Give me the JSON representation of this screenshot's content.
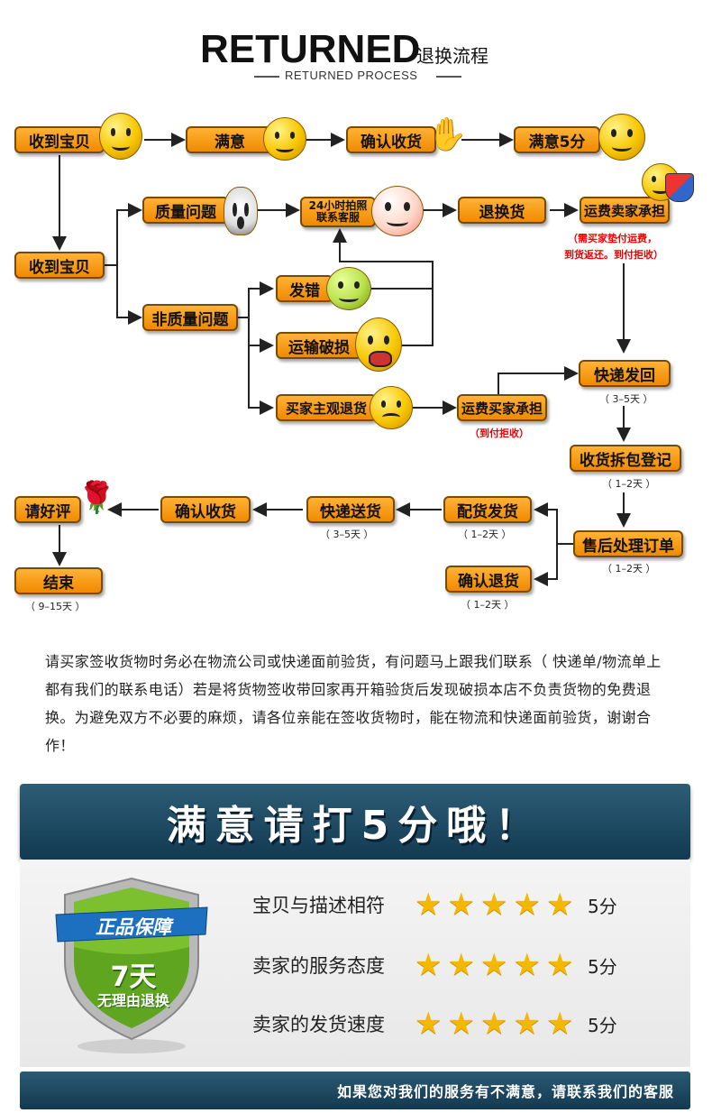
{
  "header": {
    "title": "RETURNED",
    "title_cn": "退换流程",
    "subtitle": "RETURNED PROCESS"
  },
  "flow": {
    "receive_1": "收到宝贝",
    "satisfied": "满意",
    "confirm_receipt_top": "确认收货",
    "satisfied_5": "满意5分",
    "receive_2": "收到宝贝",
    "quality_issue": "质量问题",
    "service_24h": "24小时拍照\n联系客服",
    "return_exchange": "退换货",
    "seller_pays_shipping": "运费卖家承担",
    "seller_pays_note_1": "（需买家垫付运费，",
    "seller_pays_note_2": "到货返还。到付拒收）",
    "non_quality_issue": "非质量问题",
    "wrong_item": "发错",
    "shipping_damage": "运输破损",
    "buyer_subjective": "买家主观退货",
    "buyer_pays_shipping": "运费买家承担",
    "buyer_pays_note": "（到付拒收）",
    "express_return": "快递发回",
    "express_return_days": "（ 3–5天 ）",
    "unpack_register": "收货拆包登记",
    "unpack_register_days": "（ 1–2天 ）",
    "after_sales_order": "售后处理订单",
    "after_sales_order_days": "（ 1–2天 ）",
    "confirm_return": "确认退货",
    "confirm_return_days": "（ 1–2天 ）",
    "allocate_ship": "配货发货",
    "allocate_ship_days": "（ 1–2天 ）",
    "express_delivery": "快递送货",
    "express_delivery_days": "（ 3–5天 ）",
    "confirm_receipt_bottom": "确认收货",
    "good_review": "请好评",
    "finish": "结束",
    "finish_days": "（ 9–15天 ）"
  },
  "notice": "请买家签收货物时务必在物流公司或快递面前验货，有问题马上跟我们联系（ 快递单/物流单上都有我们的联系电话）若是将货物签收带回家再开箱验货后发现破损本店不负责货物的免费退换。为避免双方不必要的麻烦，请各位亲能在签收货物时，能在物流和快递面前验货，谢谢合作！",
  "banner_top": "满意请打5分哦！",
  "shield": {
    "ribbon": "正品保障",
    "days": "7天",
    "text": "无理由退换"
  },
  "ratings": [
    {
      "label": "宝贝与描述相符",
      "stars": 5,
      "value": "5分"
    },
    {
      "label": "卖家的服务态度",
      "stars": 5,
      "value": "5分"
    },
    {
      "label": "卖家的发货速度",
      "stars": 5,
      "value": "5分"
    }
  ],
  "banner_bottom": "如果您对我们的服务有不满意，请联系我们的客服",
  "colors": {
    "box_orange": "#f59a10",
    "banner_navy": "#1e4a62",
    "note_red": "#e00000",
    "star_gold": "#f5b800"
  }
}
